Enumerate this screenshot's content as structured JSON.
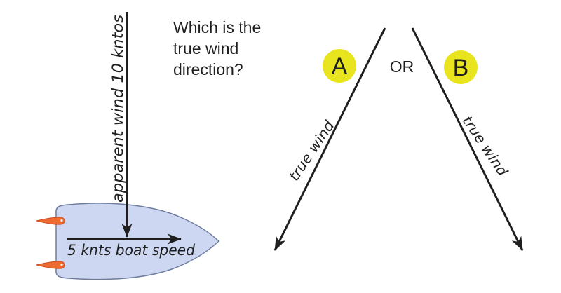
{
  "question": {
    "lines": [
      "Which is the",
      "true wind",
      "direction?"
    ]
  },
  "boat_diagram": {
    "apparent_wind_label": "apparent wind 10 kntos",
    "boat_speed_label": "5 knts boat speed"
  },
  "choices": {
    "or_label": "OR",
    "a": {
      "label": "A",
      "wind_label": "true wind"
    },
    "b": {
      "label": "B",
      "wind_label": "true wind"
    }
  },
  "colors": {
    "ink": "#1f1f1f",
    "choice_badge_yellow": "#e8e51f",
    "boat_fill": "#cdd7f1",
    "boat_outline": "#6e7d9e",
    "oar_fill": "#ed6a30",
    "oar_outline": "#cf4a17",
    "oar_dot": "#ffffff"
  }
}
